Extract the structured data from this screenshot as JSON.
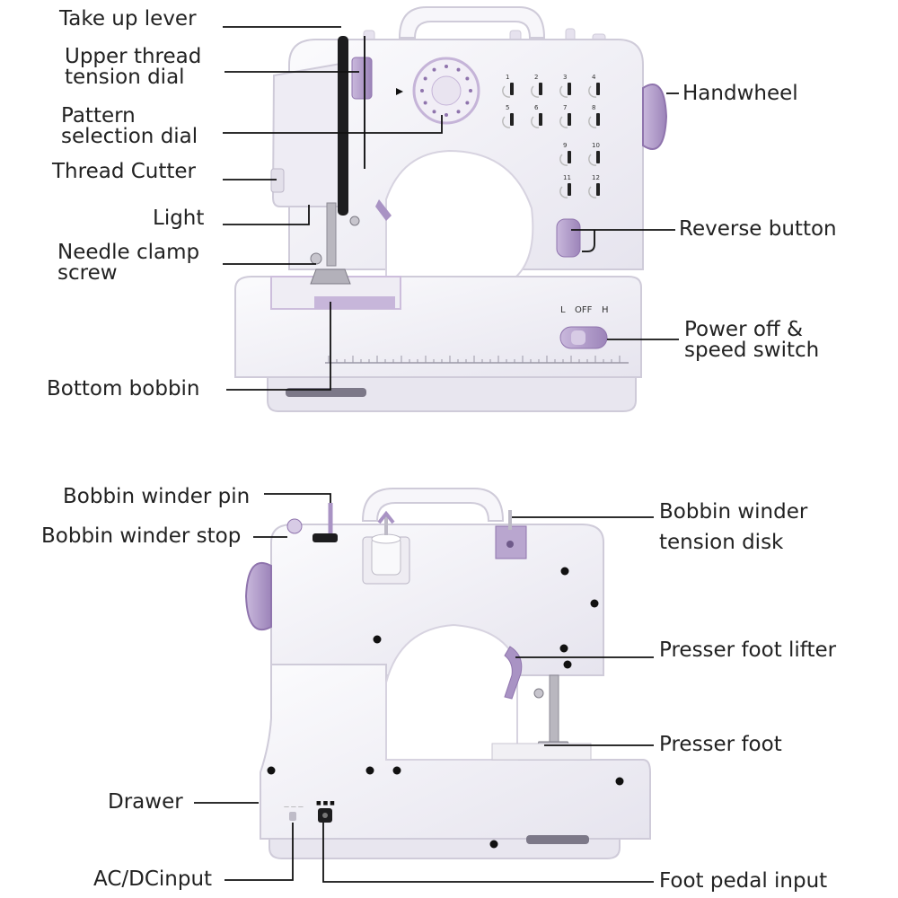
{
  "colors": {
    "body": "#f4f3f8",
    "body_shade": "#e5e3ee",
    "accent": "#b7a2cc",
    "accent_dark": "#8f74ad",
    "outline": "#cfcbd9",
    "line": "#111111",
    "text": "#222222"
  },
  "front_view": {
    "labels": {
      "take_up_lever": "Take up lever",
      "upper_thread_tension_dial": "Upper thread\ntension dial",
      "pattern_selection_dial": "Pattern\nselection dial",
      "thread_cutter": "Thread Cutter",
      "light": "Light",
      "needle_clamp_screw": "Needle clamp\nscrew",
      "bottom_bobbin": "Bottom bobbin",
      "handwheel": "Handwheel",
      "reverse_button": "Reverse button",
      "power_off_speed_switch": "Power off &\nspeed switch"
    },
    "switch_markings": [
      "L",
      "OFF",
      "H"
    ],
    "pattern_numbers": [
      "1",
      "2",
      "3",
      "4",
      "5",
      "6",
      "7",
      "8",
      "9",
      "10",
      "11",
      "12"
    ]
  },
  "back_view": {
    "labels": {
      "bobbin_winder_pin": "Bobbin winder pin",
      "bobbin_winder_stop": "Bobbin winder stop",
      "bobbin_winder_tension_disk": "Bobbin winder\ntension disk",
      "presser_foot_lifter": "Presser foot lifter",
      "presser_foot": "Presser foot",
      "drawer": "Drawer",
      "ac_dc_input": "AC/DCinput",
      "foot_pedal_input": "Foot pedal input"
    }
  }
}
